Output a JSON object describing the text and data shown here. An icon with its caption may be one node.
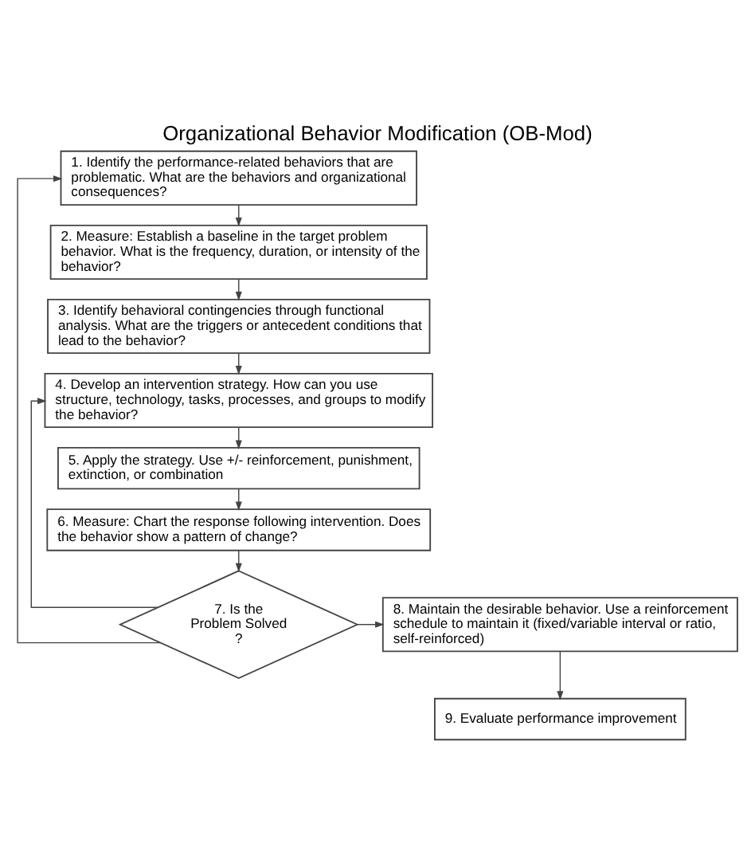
{
  "diagram": {
    "title": "Organizational Behavior Modification (OB-Mod)",
    "nodes": [
      {
        "text": [
          "1. Identify the performance-related behaviors that are problematic. What are the behaviors and organizational consequences?"
        ]
      },
      {
        "text": [
          "2. Measure: Establish a baseline in the target problem behavior. What is the frequency, duration, or intensity of the behavior?"
        ]
      },
      {
        "text": [
          "3. Identify behavioral contingencies through functional analysis. What are the triggers or antecedent conditions that lead to the behavior?"
        ]
      },
      {
        "text": [
          "4. Develop an intervention strategy. How can you use structure, technology, tasks, processes, and groups to modify the behavior?"
        ]
      },
      {
        "text": [
          "5. Apply the strategy. Use +/- reinforcement, punishment, extinction, or combination"
        ]
      },
      {
        "text": [
          "6. Measure: Chart the response following intervention. Does the behavior show a pattern of change?"
        ]
      },
      {
        "text": [
          "7. Is the Problem Solved ?"
        ]
      },
      {
        "text": [
          "8. Maintain the desirable behavior. Use a reinforcement schedule to maintain it (fixed/variable interval or ratio, self-reinforced)"
        ]
      },
      {
        "text": [
          "9. Evaluate performance improvement"
        ]
      }
    ],
    "edges": [
      {
        "from": 0,
        "to": 1,
        "arrow": "to"
      },
      {
        "from": 1,
        "to": 2,
        "arrow": "to"
      },
      {
        "from": 2,
        "to": 3,
        "arrow": "to"
      },
      {
        "from": 3,
        "to": 4,
        "arrow": "to"
      },
      {
        "from": 4,
        "to": 5,
        "arrow": "to"
      },
      {
        "from": 5,
        "to": 6,
        "arrow": "to"
      },
      {
        "from": 6,
        "to": 7,
        "arrow": "to"
      },
      {
        "from": 7,
        "to": 8,
        "arrow": "to"
      },
      {
        "from": 6,
        "to": 0,
        "arrow": "to"
      },
      {
        "from": 6,
        "to": 3,
        "arrow": "to"
      }
    ]
  }
}
